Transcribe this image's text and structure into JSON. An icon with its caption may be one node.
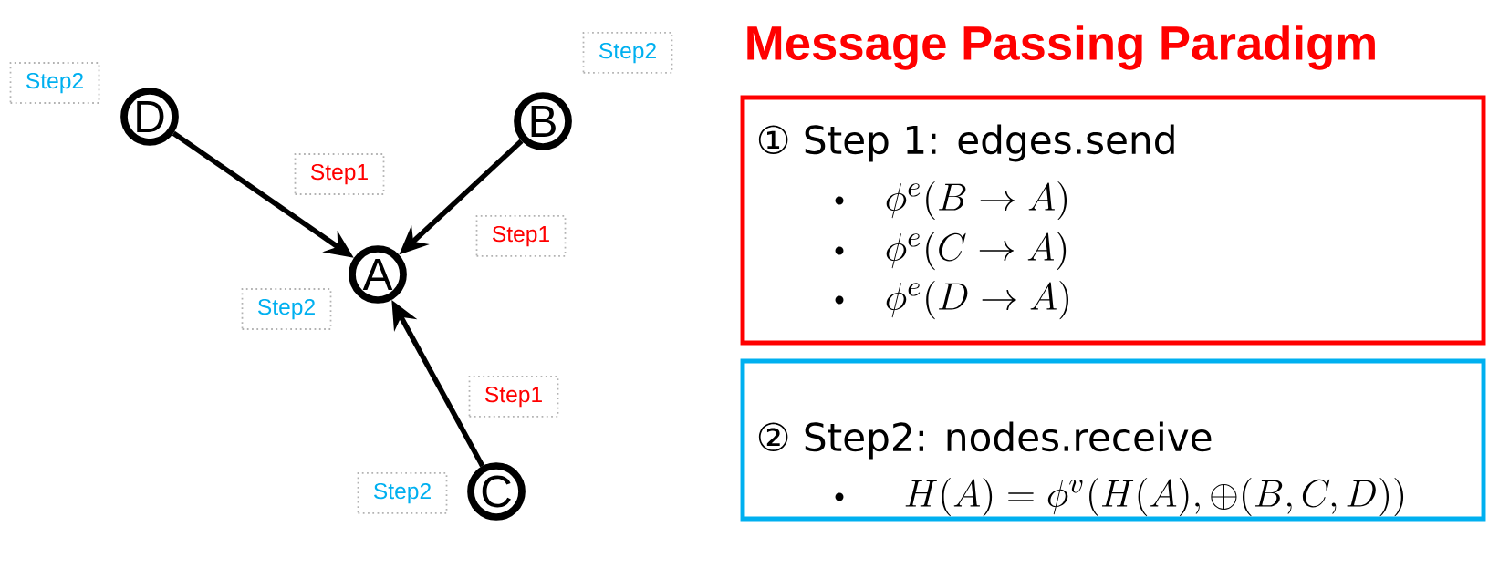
{
  "diagram": {
    "title": "Message Passing Paradigm",
    "nodes": [
      {
        "text": [
          "Step2"
        ]
      },
      {
        "text": [
          "D"
        ]
      },
      {
        "text": [
          "Step2"
        ]
      },
      {
        "text": [
          "B"
        ]
      },
      {
        "text": [
          "Step1"
        ]
      },
      {
        "text": [
          "Step1"
        ]
      },
      {
        "text": [
          "A"
        ]
      },
      {
        "text": [
          "Step2"
        ]
      },
      {
        "text": [
          "Step1"
        ]
      },
      {
        "text": [
          "C"
        ]
      },
      {
        "text": [
          "Step2"
        ]
      },
      {
        "text": [
          "① Step 1: edges.send",
          "\\phi^{e}(B\\rightarrow A)",
          "\\phi^{e}(C\\rightarrow A)",
          "\\phi^{e}(D\\rightarrow A)"
        ]
      },
      {
        "text": [
          "② Step2: nodes.receive",
          "H(A)=\\phi^{v}(H(A),\\oplus(B,C,D))"
        ]
      }
    ],
    "edges": [
      {
        "from": 1,
        "to": 6,
        "arrow": "to"
      },
      {
        "from": 3,
        "to": 6,
        "arrow": "to"
      },
      {
        "from": 9,
        "to": 6,
        "arrow": "to"
      }
    ]
  }
}
